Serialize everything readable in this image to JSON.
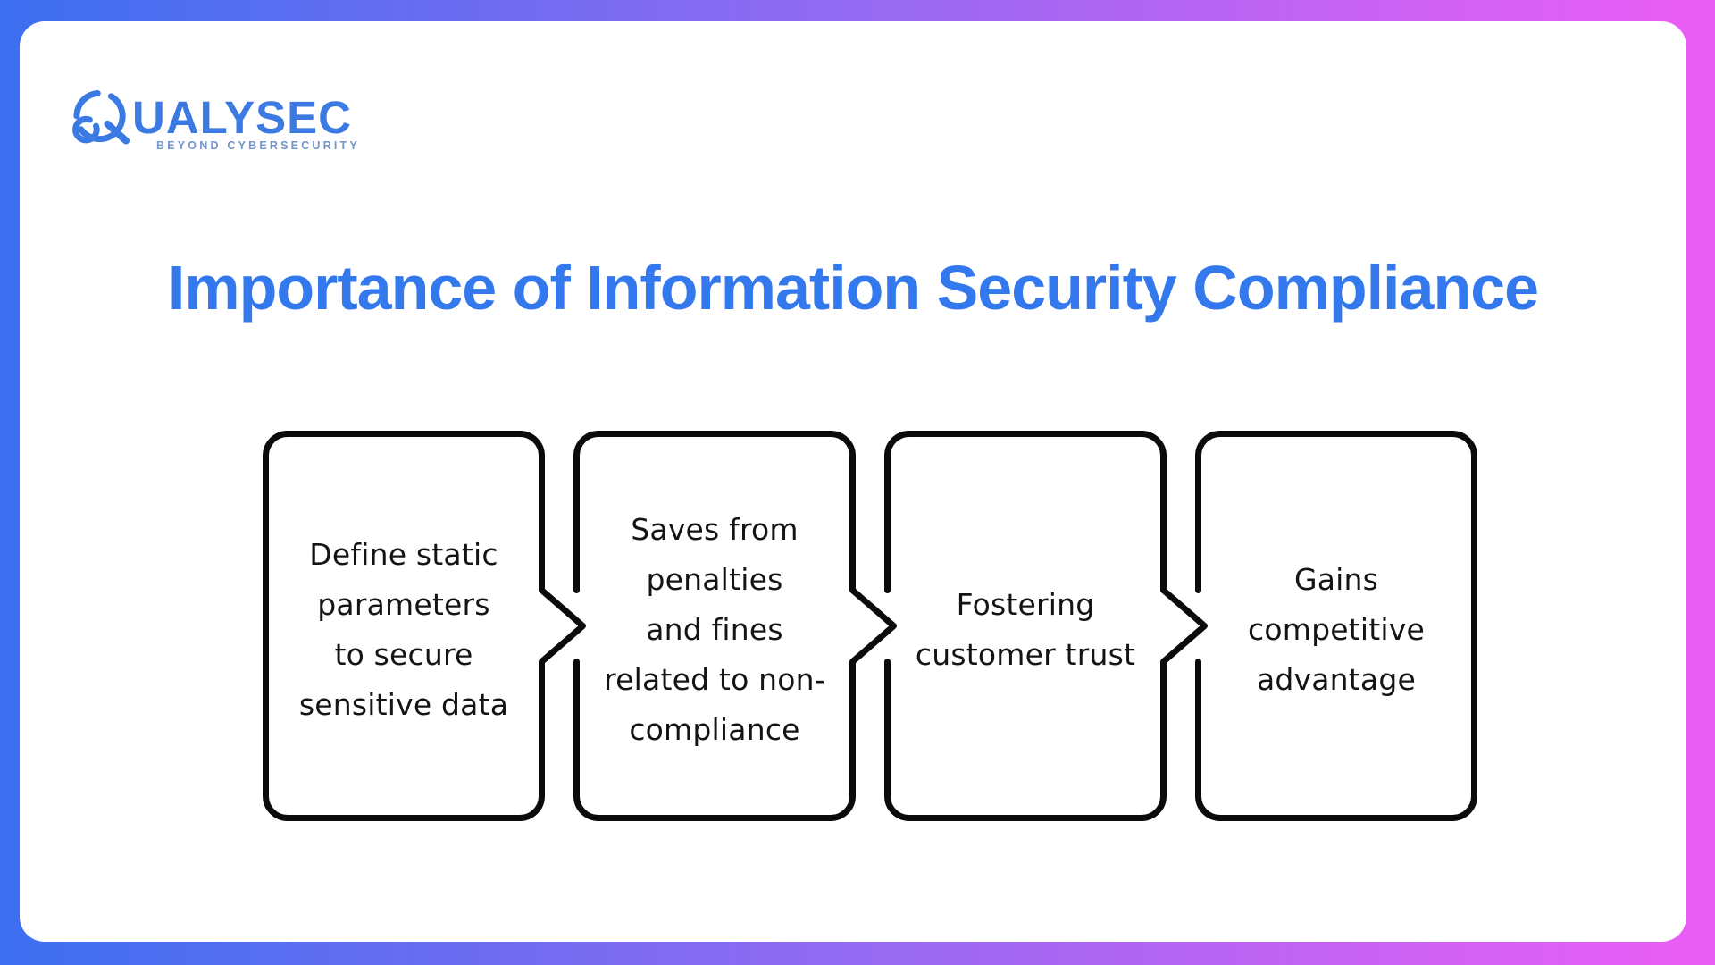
{
  "page": {
    "background_gradient_left": "#3C6FF0",
    "background_gradient_right": "#EC5DF4",
    "card_color": "#FFFFFF"
  },
  "logo": {
    "brand": "QUALYSEC",
    "wordmark_after_icon": "UALYSEC",
    "tagline": "BEYOND CYBERSECURITY",
    "icon": "qualysec-q-logo-icon",
    "brand_color": "#3B79E3",
    "tagline_color": "#7396CC"
  },
  "title": {
    "text": "Importance of Information Security Compliance",
    "color": "#3478ED"
  },
  "diagram": {
    "flow_direction": "left-to-right",
    "connector": "chevron-arrow",
    "outline_color": "#0B0B0B",
    "steps": [
      {
        "lines": [
          "Define static",
          "parameters",
          "to secure",
          "sensitive data"
        ]
      },
      {
        "lines": [
          "Saves from",
          "penalties",
          "and fines",
          "related to non-",
          "compliance"
        ]
      },
      {
        "lines": [
          "Fostering",
          "customer trust"
        ]
      },
      {
        "lines": [
          "Gains",
          "competitive",
          "advantage"
        ]
      }
    ]
  }
}
